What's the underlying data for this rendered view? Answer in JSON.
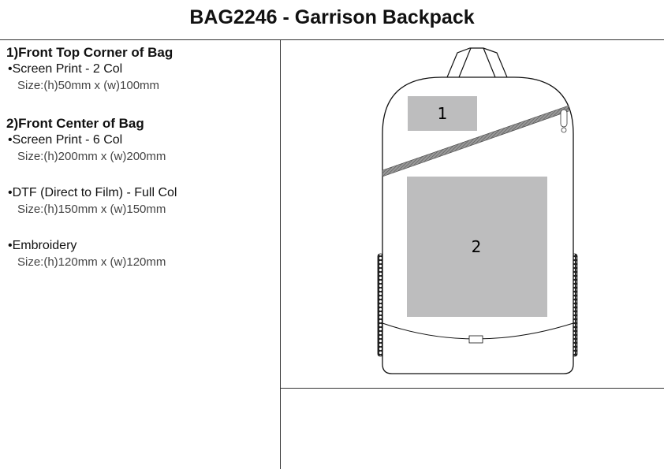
{
  "title": "BAG2246 - Garrison Backpack",
  "sections": [
    {
      "heading": "1)Front Top Corner of Bag",
      "options": [
        {
          "name": "•Screen Print - 2 Col",
          "size": "Size:(h)50mm x (w)100mm"
        }
      ]
    },
    {
      "heading": "2)Front Center of Bag",
      "options": [
        {
          "name": "•Screen Print - 6 Col",
          "size": "Size:(h)200mm x (w)200mm"
        },
        {
          "name": "•DTF (Direct to Film) - Full Col",
          "size": "Size:(h)150mm x (w)150mm"
        },
        {
          "name": "•Embroidery",
          "size": "Size:(h)120mm x (w)120mm"
        }
      ]
    }
  ],
  "diagram": {
    "area1_label": "1",
    "area2_label": "2",
    "print_area_color": "#bdbdbe"
  }
}
